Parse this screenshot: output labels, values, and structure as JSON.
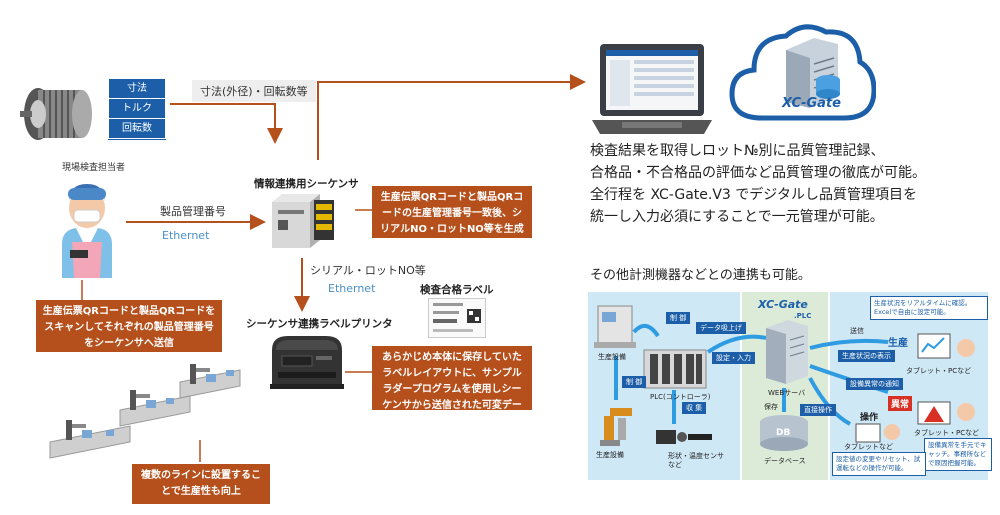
{
  "motor_measures": [
    "寸法",
    "トルク",
    "回転数"
  ],
  "dimension_label": "寸法(外径)・回転数等",
  "inspector_label": "現場検査担当者",
  "product_no_label": "製品管理番号",
  "ethernet_label": "Ethernet",
  "sequencer_title": "情報連携用シーケンサ",
  "sequencer_note": "生産伝票QRコードと製品QRコードの生産管理番号一致後、シリアルNO・ロットNO等を生成",
  "serial_label": "シリアル・ロットNO等",
  "label_title": "検査合格ラベル",
  "printer_title": "シーケンサ連携ラベルプリンタ",
  "inspector_note": "生産伝票QRコードと製品QRコードをスキャンしてそれぞれの製品管理番号をシーケンサへ送信",
  "printer_note": "あらかじめ本体に保存していたラベルレイアウトに、サンプルラダープログラムを使用しシーケンサから送信された可変データを差し込み",
  "lines_note": "複数のラインに設置することで生産性も向上",
  "cloud_logo": "XC-Gate",
  "main_text": [
    "検査結果を取得しロット№別に品質管理記録、",
    "合格品・不合格品の評価など品質管理の徹底が可能。",
    "全行程を XC-Gate.V3 でデジタルし品質管理項目を",
    "統一し入力必須にすることで一元管理が可能。"
  ],
  "sub_text": "その他計測機器などとの連携も可能。",
  "diagram": {
    "logo": "XC-Gate",
    "logo_sub": ".PLC",
    "prod_equipment_1": "生産設備",
    "prod_equipment_2": "生産設備",
    "plc": "PLC(コントローラ)",
    "sensor": "形状・温度センサなど",
    "web_server": "WEBサーバ",
    "database": "データベース",
    "db_icon": "DB",
    "tablet_1": "タブレット・PCなど",
    "tablet_2": "タブレット・PCなど",
    "tablet_3": "タブレットなど",
    "tag_control_1": "制 御",
    "tag_control_2": "制 御",
    "tag_collect": "収 集",
    "tag_data_up": "データ吸上げ",
    "tag_setting_input": "設定・入力",
    "tag_send": "送信",
    "tag_status_display": "生産状況の表示",
    "tag_abnormal_notice": "設備異常の通知",
    "tag_save": "保存",
    "tag_direct_op": "直接操作",
    "prod_badge": "生産",
    "abn_badge": "異常",
    "op_badge": "操作",
    "note_realtime": "生産状況をリアルタイムに確認。Excelで自由に設定可能。",
    "note_abnormal": "設備異常を手元でキャッチ。事務所などで原因把握可能。",
    "note_change": "設定値の変更やリセット、試運転などの操作が可能。"
  }
}
